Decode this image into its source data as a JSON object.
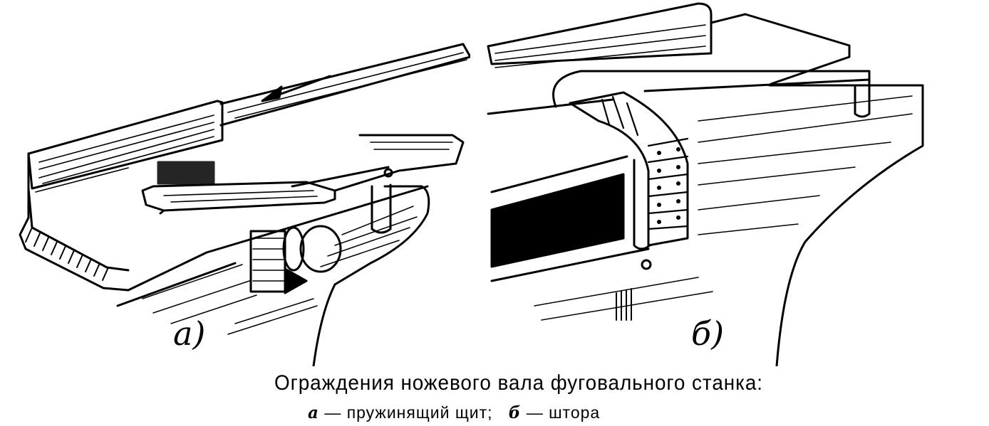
{
  "figure": {
    "panels": [
      {
        "id": "a",
        "label": "a)",
        "subject": "spring-loaded guard (пружинящий щит)",
        "has_feed_arrow": true
      },
      {
        "id": "b",
        "label": "б)",
        "subject": "shutter guard (штора)"
      }
    ],
    "caption": {
      "title": "Ограждения ножевого вала фуговального станка:",
      "legend": [
        {
          "key": "а",
          "dash": "—",
          "text": "пружинящий щит;"
        },
        {
          "key": "б",
          "dash": "—",
          "text": "штора"
        }
      ]
    },
    "colors": {
      "ink": "#000000",
      "paper": "#ffffff"
    }
  }
}
